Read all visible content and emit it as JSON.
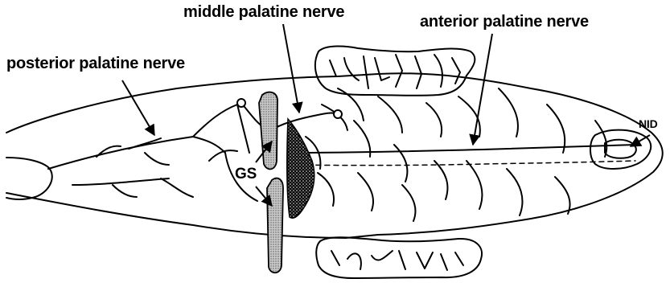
{
  "labels": {
    "posterior": "posterior palatine nerve",
    "middle": "middle palatine nerve",
    "anterior": "anterior palatine nerve",
    "gs": "GS",
    "nid": "NID"
  },
  "colors": {
    "ink": "#000000",
    "stipple": "#9a9a9a",
    "background": "#ffffff"
  }
}
